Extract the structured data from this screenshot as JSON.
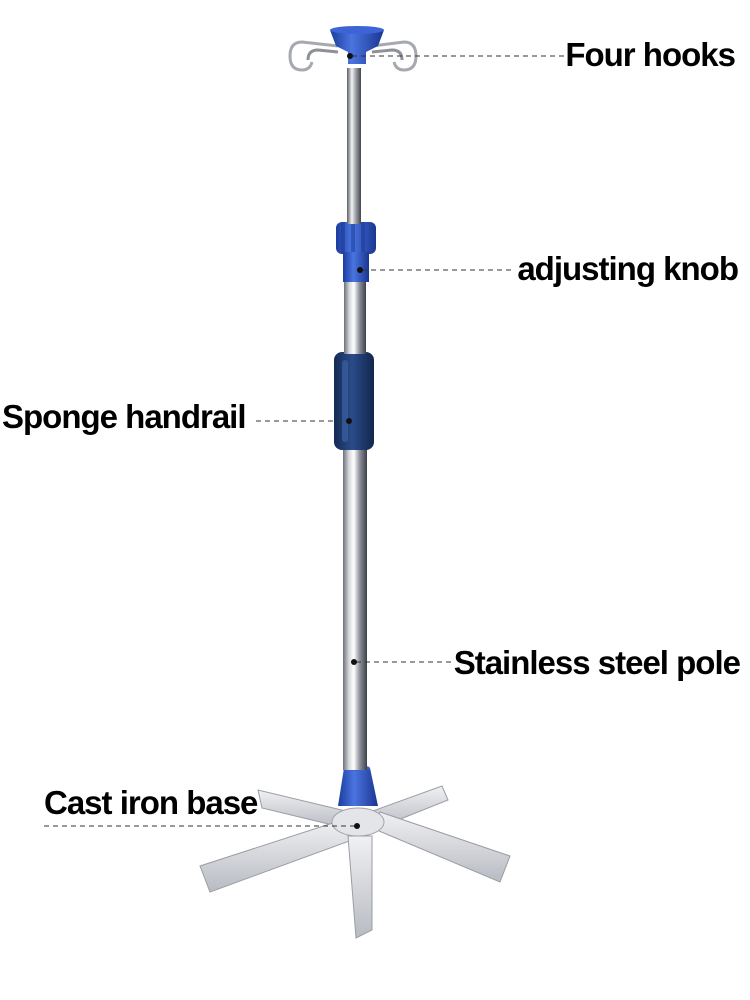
{
  "callouts": {
    "hooks": "Four hooks",
    "knob": "adjusting knob",
    "sponge": "Sponge handrail",
    "pole": "Stainless steel pole",
    "base": "Cast iron base"
  },
  "colors": {
    "accent_blue": "#2d55c8",
    "sponge_navy": "#1f3a6e",
    "steel_light": "#f4f4f6",
    "steel_dark": "#6b6f78",
    "base_metal": "#d9dade"
  }
}
